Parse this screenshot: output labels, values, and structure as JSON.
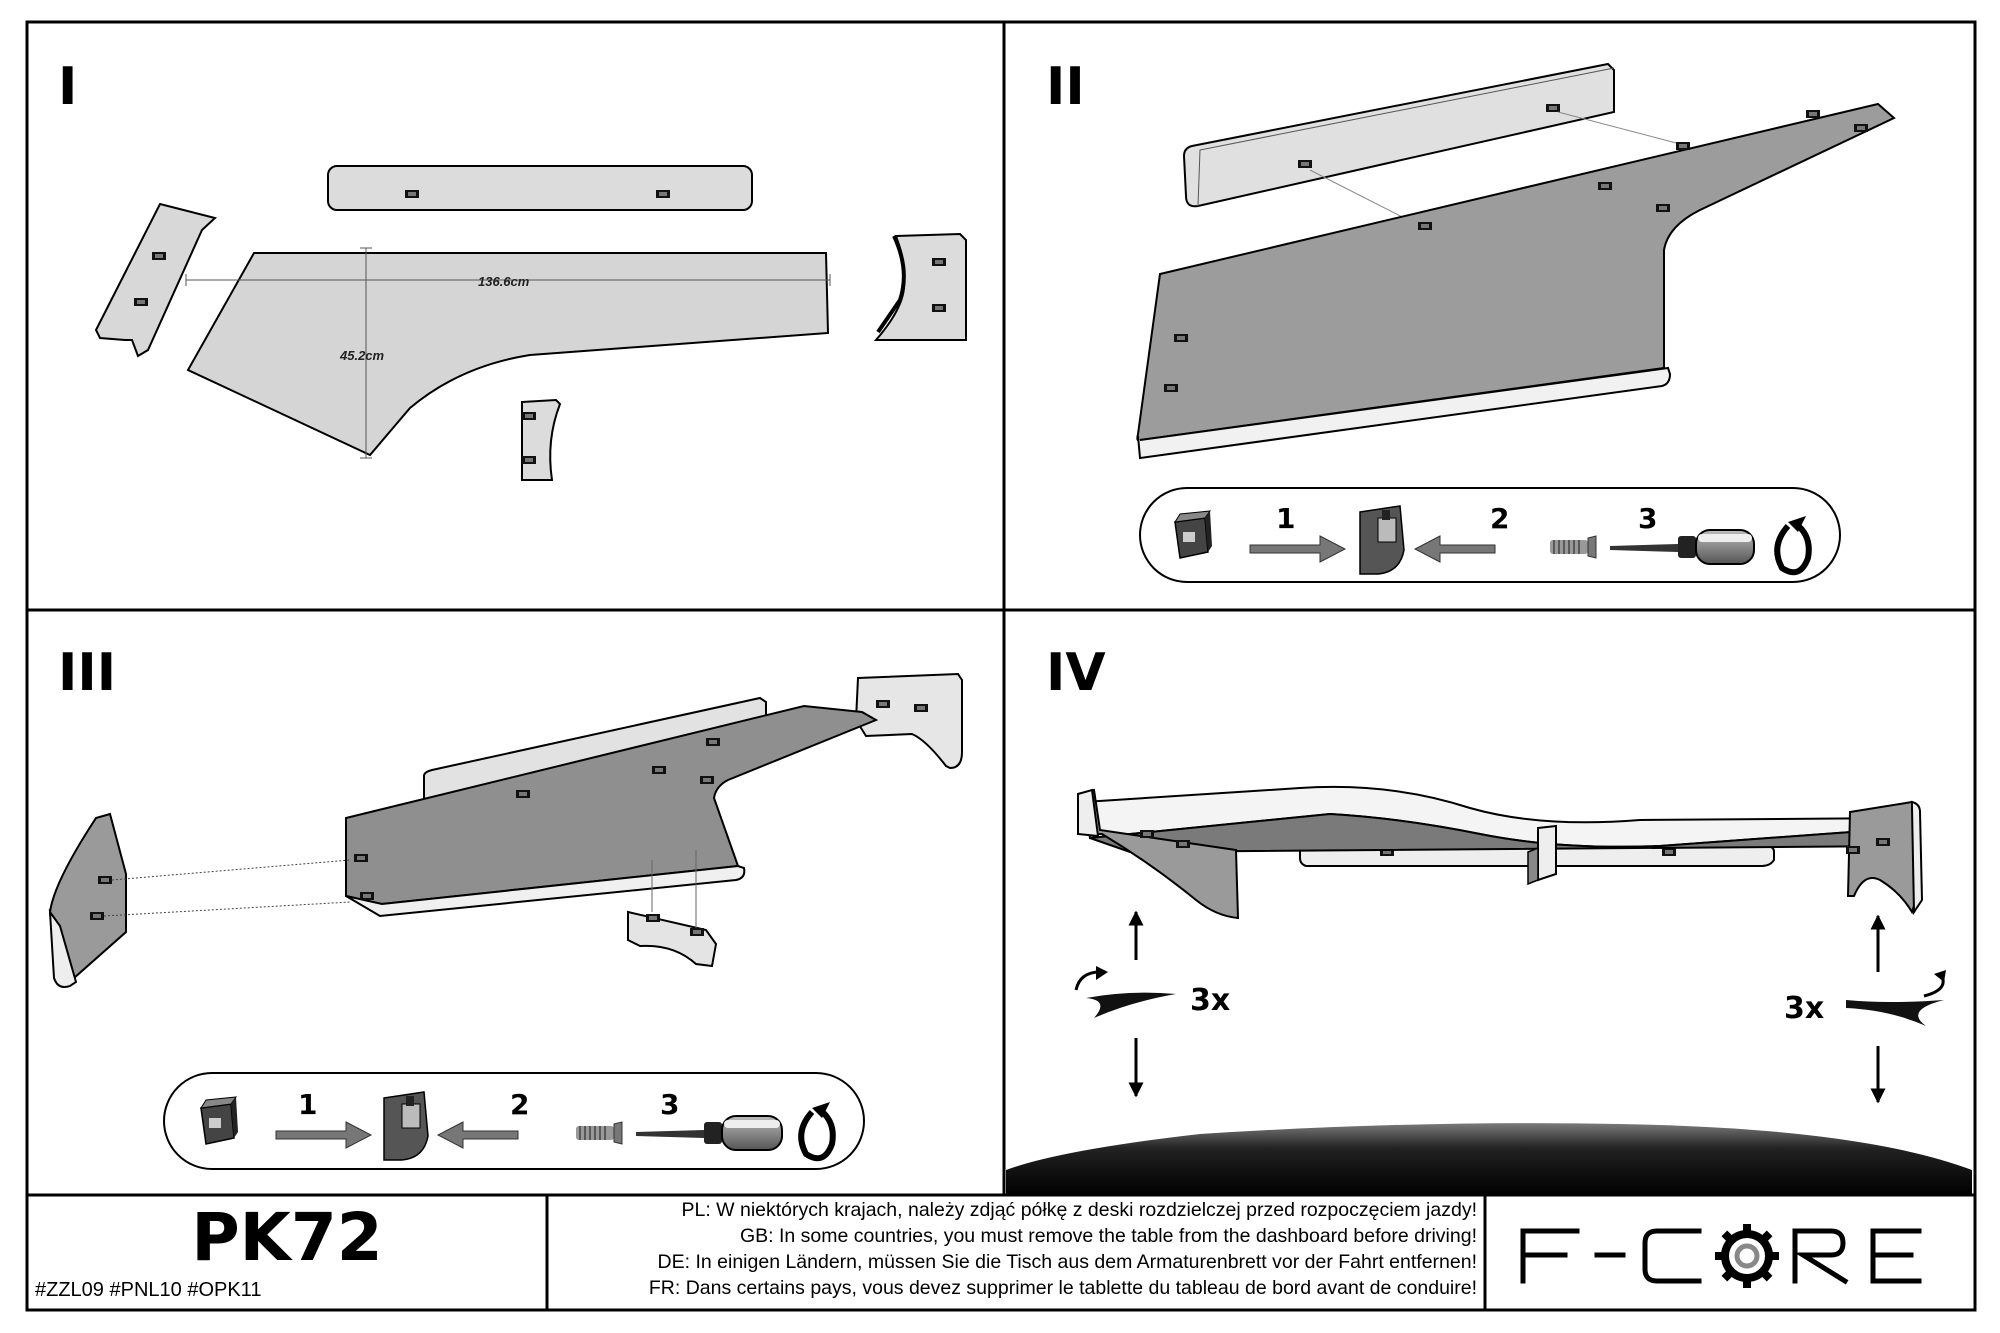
{
  "panels": [
    {
      "numeral": "I",
      "width_label": "136.6cm",
      "depth_label": "45.2cm"
    },
    {
      "numeral": "II",
      "steps": [
        "1",
        "2",
        "3"
      ]
    },
    {
      "numeral": "III",
      "steps": [
        "1",
        "2",
        "3"
      ]
    },
    {
      "numeral": "IV",
      "turns_left": "3x",
      "turns_right": "3x"
    }
  ],
  "footer": {
    "model_code": "PK72",
    "model_tags": "#ZZL09  #PNL10  #OPK11",
    "notes": [
      "PL: W niektórych krajach, należy zdjąć półkę z deski rozdzielczej przed rozpoczęciem jazdy!",
      "GB: In some countries, you must remove the table from the dashboard before driving!",
      "DE: In einigen Ländern, müssen Sie die Tisch aus dem Armaturenbrett vor der Fahrt entfernen!",
      "FR: Dans certains pays, vous devez supprimer le tablette du tableau de bord avant de conduire!"
    ],
    "brand_logo": "F-CORE"
  }
}
